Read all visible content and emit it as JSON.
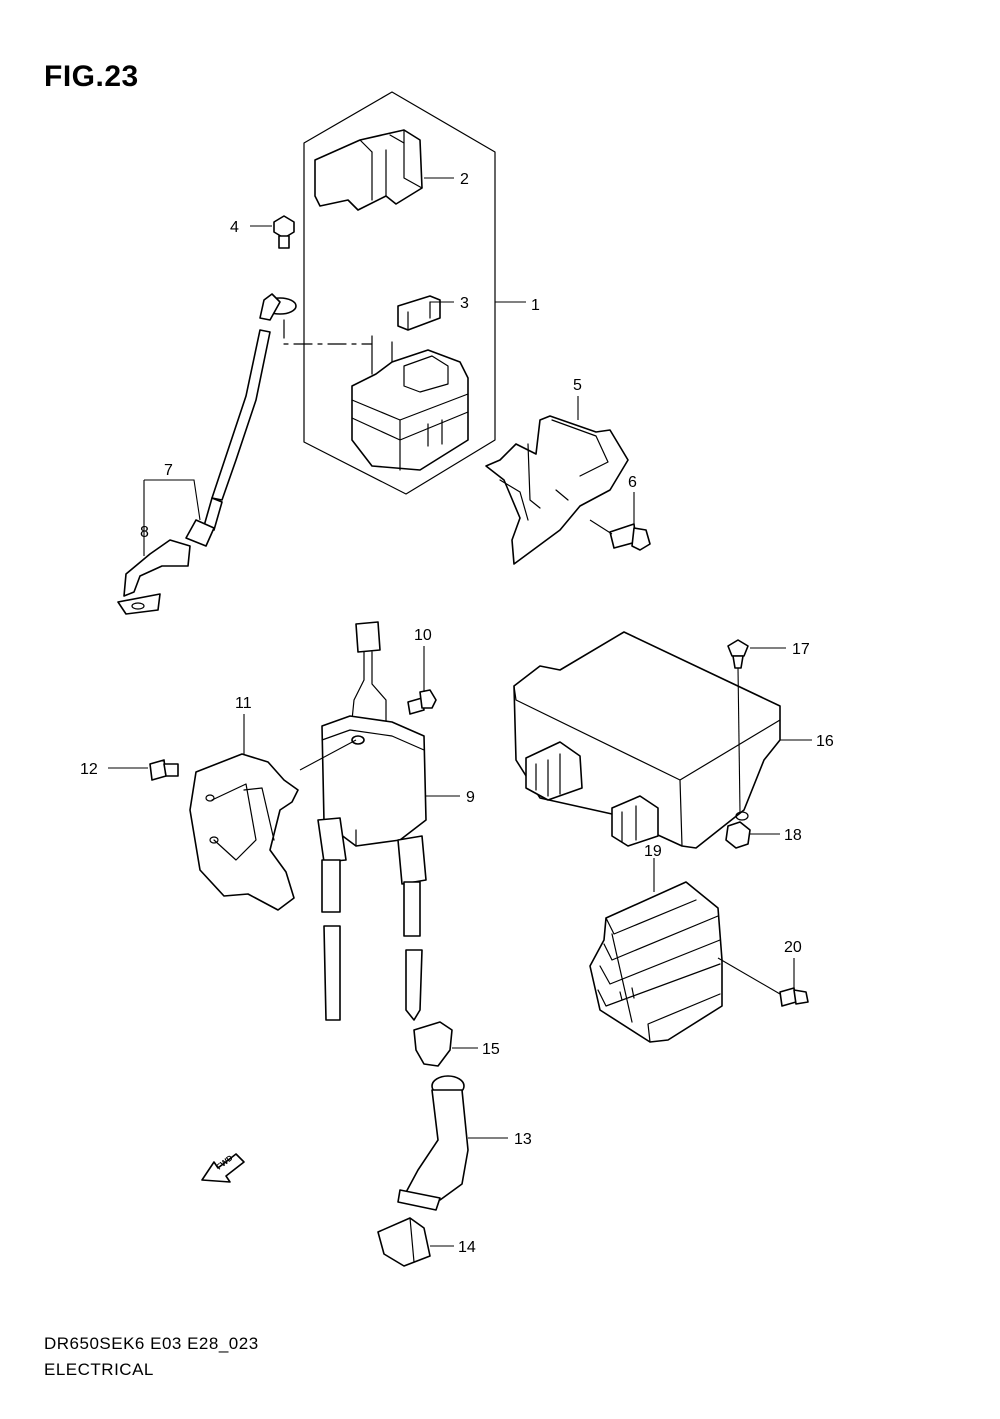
{
  "header": {
    "figure_title": "FIG.23"
  },
  "footer": {
    "code": "DR650SEK6 E03 E28_023",
    "section": "ELECTRICAL"
  },
  "fwd_label": "FWD",
  "callouts": {
    "c1": "1",
    "c2": "2",
    "c3": "3",
    "c4": "4",
    "c5": "5",
    "c6": "6",
    "c7": "7",
    "c8": "8",
    "c9": "9",
    "c10": "10",
    "c11": "11",
    "c12": "12",
    "c13": "13",
    "c14": "14",
    "c15": "15",
    "c16": "16",
    "c17": "17",
    "c18": "18",
    "c19": "19",
    "c20": "20"
  }
}
